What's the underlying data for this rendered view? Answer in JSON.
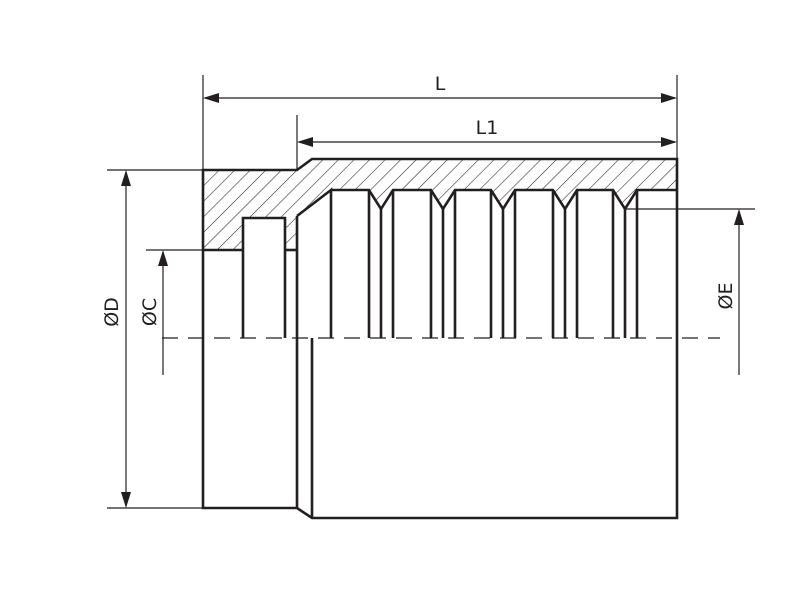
{
  "drawing": {
    "type": "technical-drawing",
    "subject": "hose ferrule cross-section",
    "colors": {
      "line": "#231f20",
      "background": "#ffffff"
    }
  },
  "dimensions": {
    "L": {
      "label": "L"
    },
    "L1": {
      "label": "L1"
    },
    "D": {
      "label": "ØD"
    },
    "C": {
      "label": "ØC"
    },
    "E": {
      "label": "ØE"
    }
  }
}
